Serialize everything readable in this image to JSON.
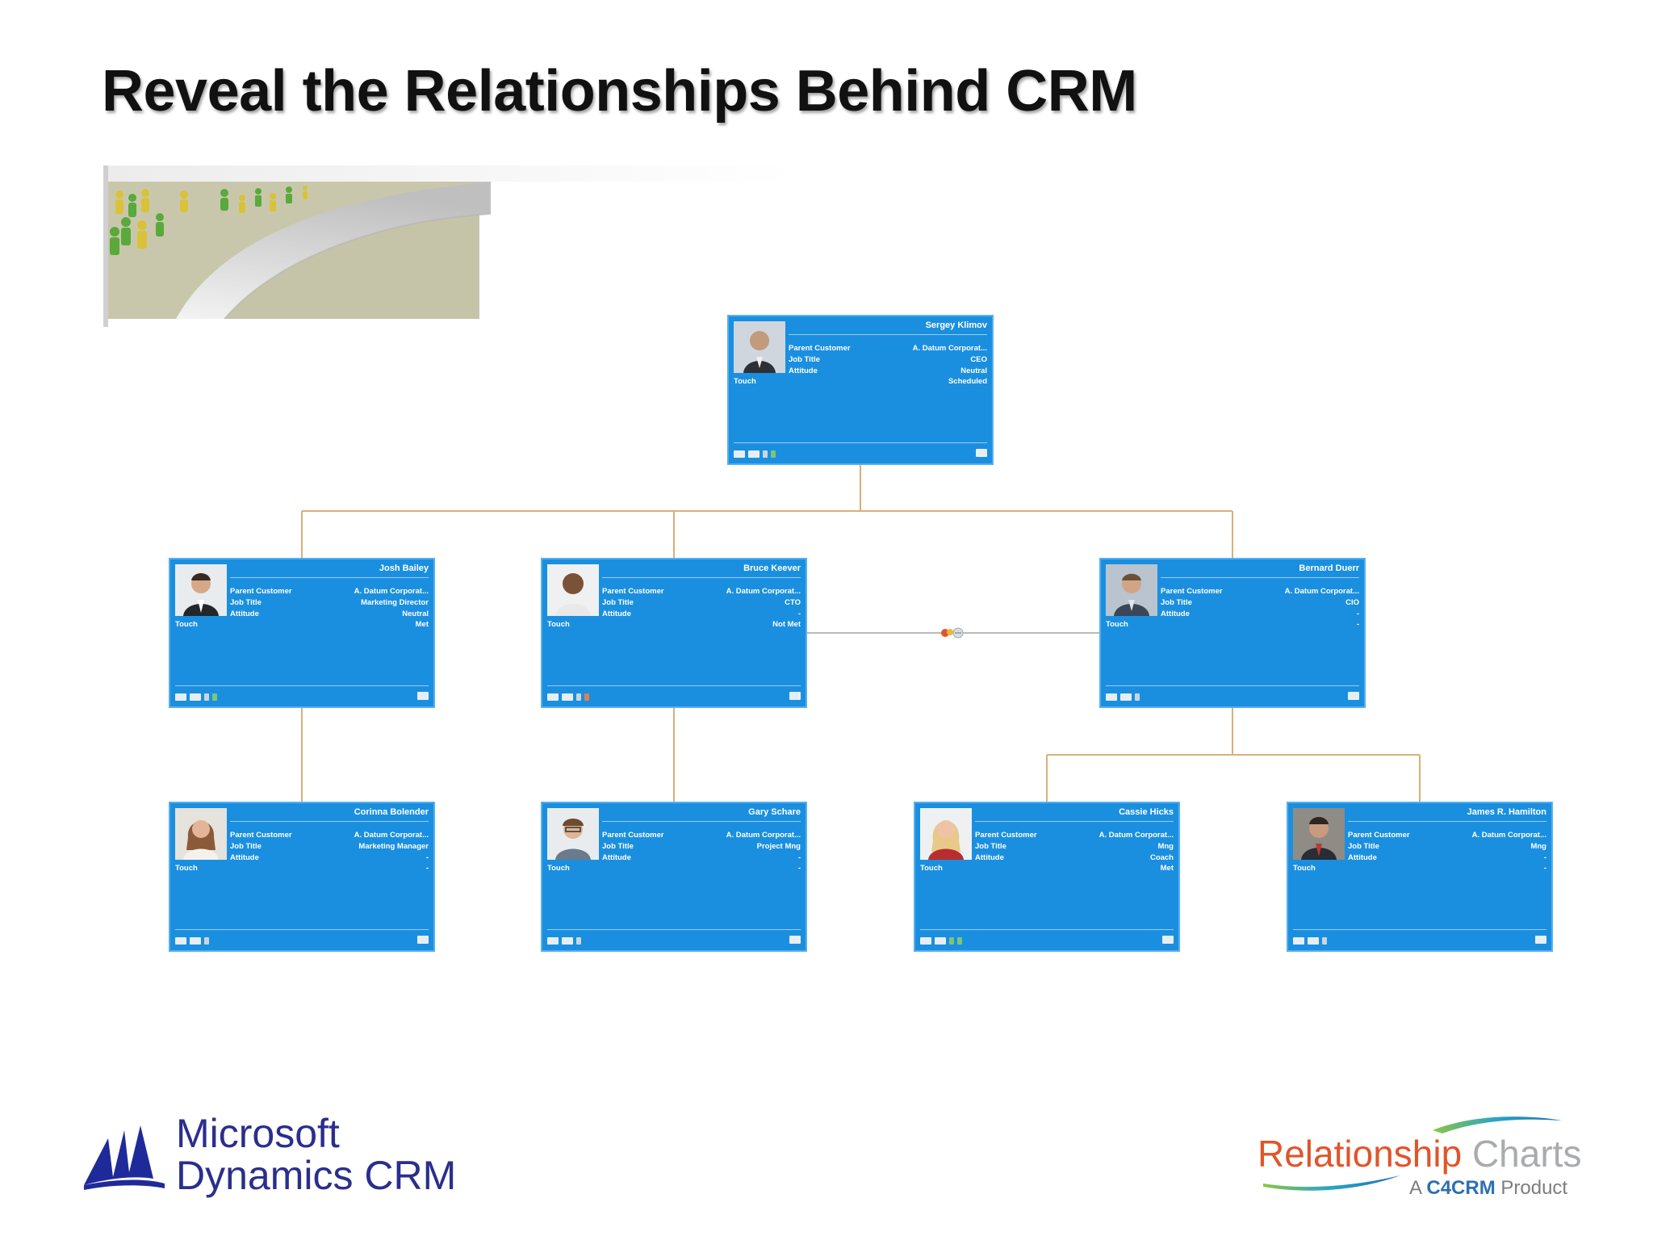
{
  "slide": {
    "title": "Reveal the Relationships Behind CRM"
  },
  "org_chart": {
    "card_color": "#1b8fdf",
    "connector_color": "#d8b07a",
    "field_labels": [
      "Parent Customer",
      "Job Title",
      "Attitude"
    ],
    "touch_label": "Touch",
    "nodes": [
      {
        "name": "Sergey Klimov",
        "parent_customer": "A. Datum Corporat...",
        "job_title": "CEO",
        "attitude": "Neutral",
        "touch": "Scheduled"
      },
      {
        "name": "Josh Bailey",
        "parent_customer": "A. Datum Corporat...",
        "job_title": "Marketing Director",
        "attitude": "Neutral",
        "touch": "Met"
      },
      {
        "name": "Bruce Keever",
        "parent_customer": "A. Datum Corporat...",
        "job_title": "CTO",
        "attitude": "-",
        "touch": "Not Met"
      },
      {
        "name": "Bernard Duerr",
        "parent_customer": "A. Datum Corporat...",
        "job_title": "CIO",
        "attitude": "-",
        "touch": "-"
      },
      {
        "name": "Corinna Bolender",
        "parent_customer": "A. Datum Corporat...",
        "job_title": "Marketing Manager",
        "attitude": "-",
        "touch": "-"
      },
      {
        "name": "Gary Schare",
        "parent_customer": "A. Datum Corporat...",
        "job_title": "Project Mng",
        "attitude": "-",
        "touch": "-"
      },
      {
        "name": "Cassie Hicks",
        "parent_customer": "A. Datum Corporat...",
        "job_title": "Mng",
        "attitude": "Coach",
        "touch": "Met"
      },
      {
        "name": "James R. Hamilton",
        "parent_customer": "A. Datum Corporat...",
        "job_title": "Mng",
        "attitude": "-",
        "touch": "-"
      }
    ]
  },
  "logos": {
    "microsoft": {
      "line1": "Microsoft",
      "line2": "Dynamics CRM"
    },
    "relationship_charts": {
      "word1": "Relationship",
      "word2": "Charts",
      "sub_pre": "A",
      "sub_brand": "C4CRM",
      "sub_post": "Product"
    }
  }
}
